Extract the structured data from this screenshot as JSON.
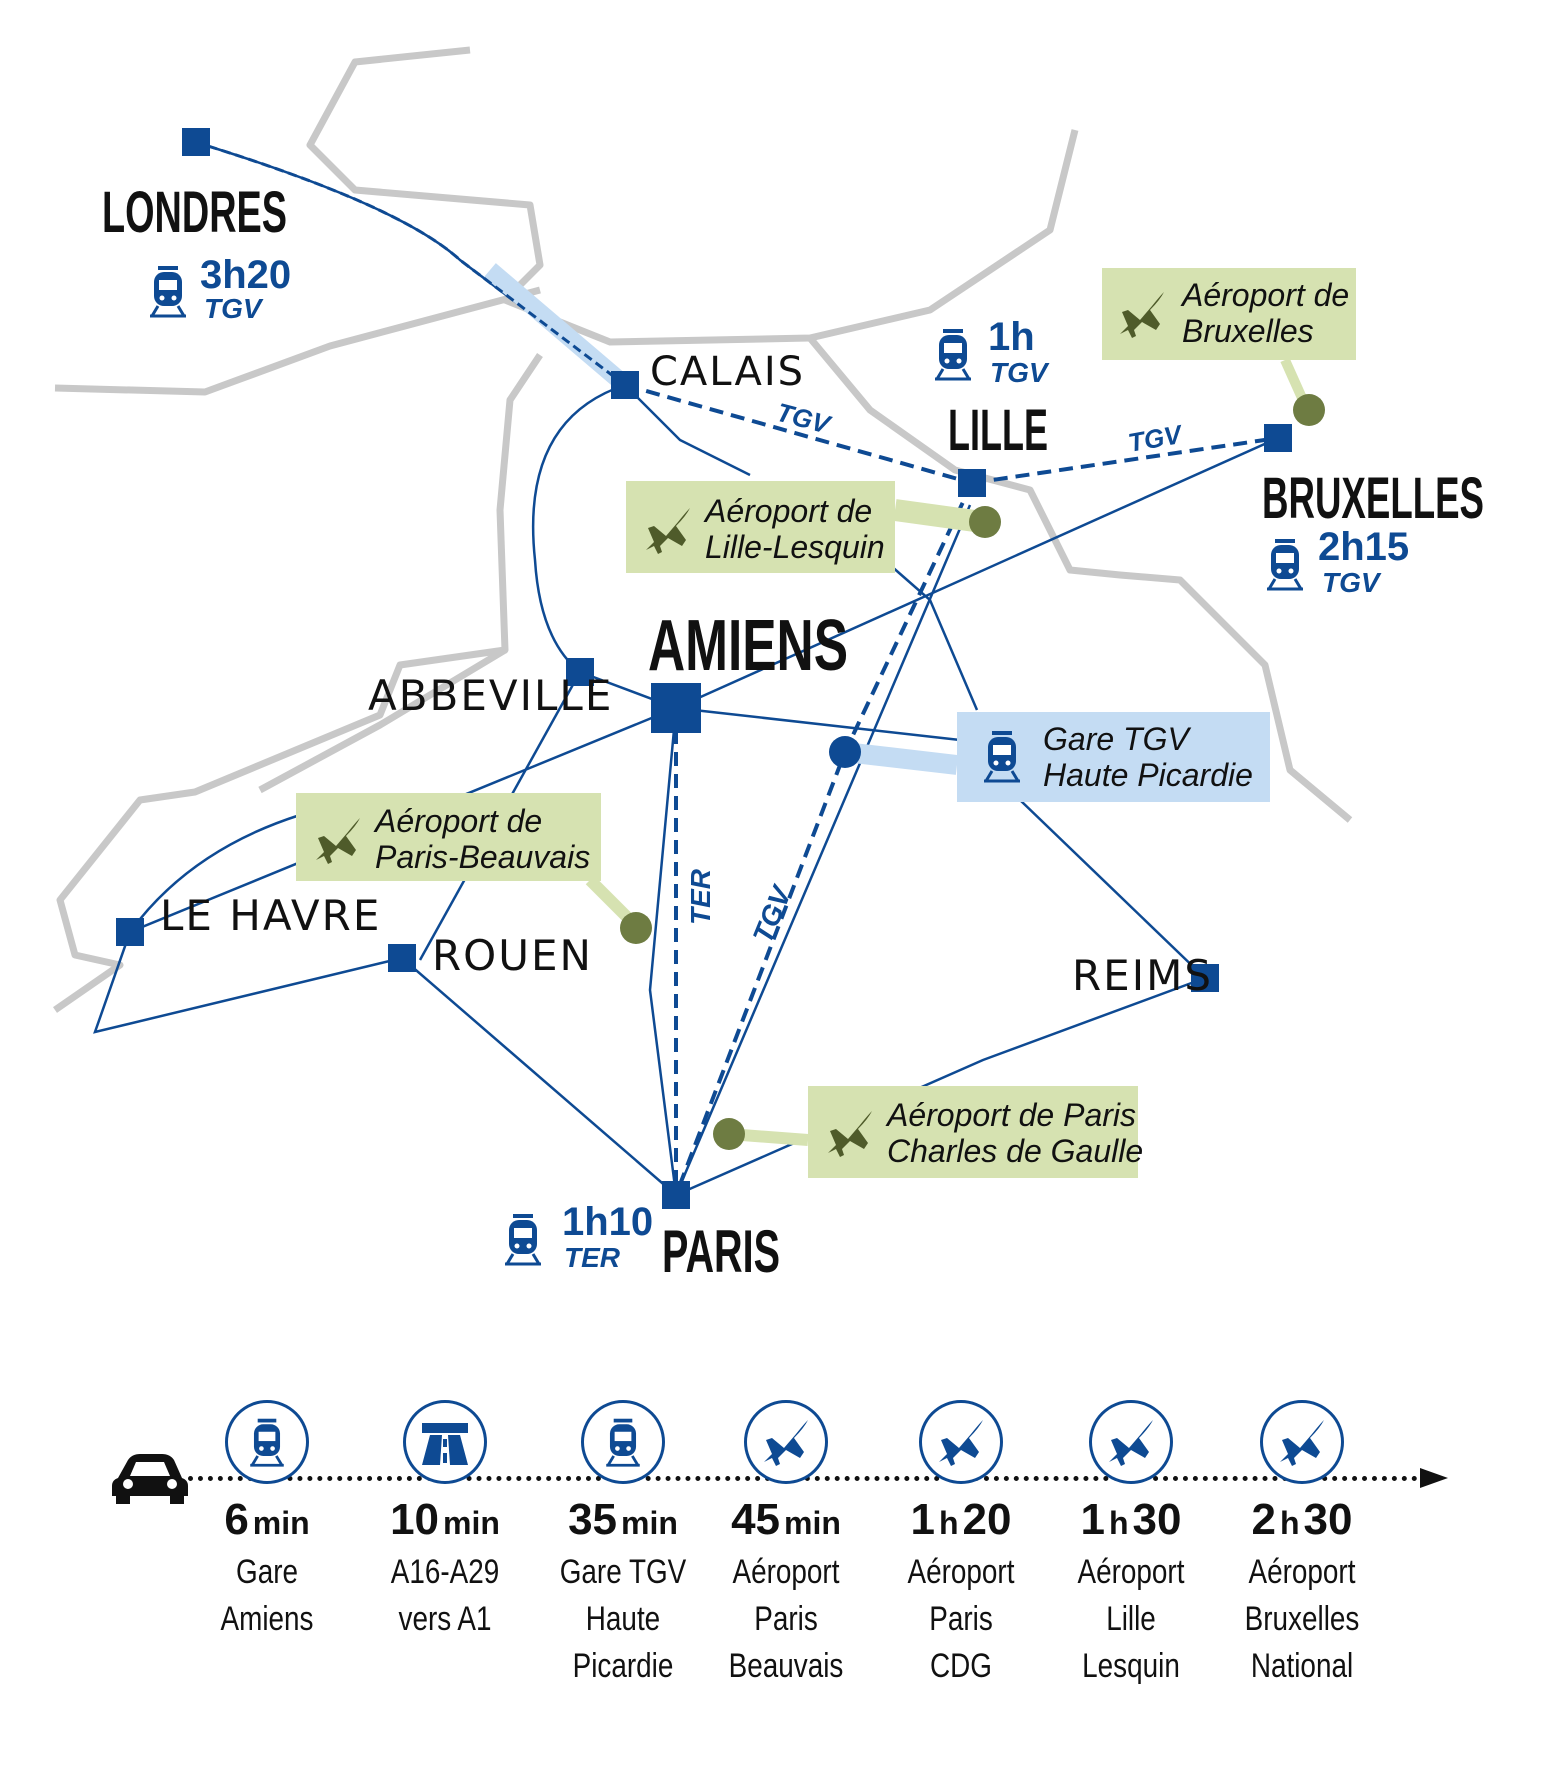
{
  "colors": {
    "route": "#0e4a93",
    "border": "#c8c8c8",
    "airport_box": "#d6e2b1",
    "airport_dot": "#6e7c42",
    "station_box": "#c4dcf3"
  },
  "cities": {
    "londres": "LONDRES",
    "calais": "CALAIS",
    "lille": "LILLE",
    "bruxelles": "BRUXELLES",
    "amiens": "AMIENS",
    "abbeville": "ABBEVILLE",
    "le_havre": "LE HAVRE",
    "rouen": "ROUEN",
    "reims": "REIMS",
    "paris": "PARIS"
  },
  "travel": {
    "londres": {
      "time": "3h20",
      "mode": "TGV",
      "icon": "train-icon"
    },
    "lille": {
      "time": "1h",
      "mode": "TGV",
      "icon": "train-icon"
    },
    "bruxelles": {
      "time": "2h15",
      "mode": "TGV",
      "icon": "train-icon"
    },
    "paris": {
      "time": "1h10",
      "mode": "TER",
      "icon": "train-icon"
    }
  },
  "line_labels": {
    "calais_lille": "TGV",
    "lille_bruxelles": "TGV",
    "amiens_paris": "TER",
    "tgv_paris": "TGV"
  },
  "boxes": {
    "bruxelles_airport": {
      "line1": "Aéroport de",
      "line2": "Bruxelles",
      "icon": "plane-icon"
    },
    "lille_airport": {
      "line1": "Aéroport de",
      "line2": "Lille-Lesquin",
      "icon": "plane-icon"
    },
    "tgv_station": {
      "line1": "Gare TGV",
      "line2": "Haute Picardie",
      "icon": "train-icon"
    },
    "beauvais_airport": {
      "line1": "Aéroport de",
      "line2": "Paris-Beauvais",
      "icon": "plane-icon"
    },
    "cdg_airport": {
      "line1": "Aéroport de Paris",
      "line2": "Charles de Gaulle",
      "icon": "plane-icon"
    }
  },
  "timeline": {
    "start_icon": "car-icon",
    "steps": [
      {
        "icon": "train-icon",
        "num": "6",
        "unit": "min",
        "label": "Gare\nAmiens"
      },
      {
        "icon": "highway-icon",
        "num": "10",
        "unit": "min",
        "label": "A16-A29\nvers A1"
      },
      {
        "icon": "train-icon",
        "num": "35",
        "unit": "min",
        "label": "Gare TGV\nHaute\nPicardie"
      },
      {
        "icon": "plane-icon",
        "num": "45",
        "unit": "min",
        "label": "Aéroport\nParis\nBeauvais"
      },
      {
        "icon": "plane-icon",
        "num": "1",
        "unit": "h",
        "num2": "20",
        "label": "Aéroport\nParis\nCDG"
      },
      {
        "icon": "plane-icon",
        "num": "1",
        "unit": "h",
        "num2": "30",
        "label": "Aéroport\nLille\nLesquin"
      },
      {
        "icon": "plane-icon",
        "num": "2",
        "unit": "h",
        "num2": "30",
        "label": "Aéroport\nBruxelles\nNational"
      }
    ]
  }
}
